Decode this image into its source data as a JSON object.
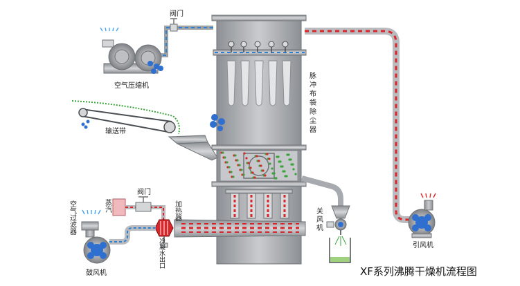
{
  "diagram": {
    "title": "XF系列沸腾干燥机流程图",
    "labels": {
      "valve_top": "阀门",
      "air_compressor": "空气压缩机",
      "pulse_filter": "脉冲布袋除尘器",
      "conveyor": "输送带",
      "valve_steam": "阀门",
      "steam": "蒸汽",
      "heater": "加热器",
      "air_filter": "空气过滤器",
      "blower": "鼓风机",
      "condensate": "冷凝水出口",
      "rotary_valve": "关风机",
      "induced_fan": "引风机"
    },
    "colors": {
      "steel": "#a7aaae",
      "steel_dark": "#7f8286",
      "pipe_red": "#d8262a",
      "pipe_blue": "#2d7fd0",
      "fan_blue": "#2f6fd0",
      "particle_green": "#3aa23a"
    }
  }
}
